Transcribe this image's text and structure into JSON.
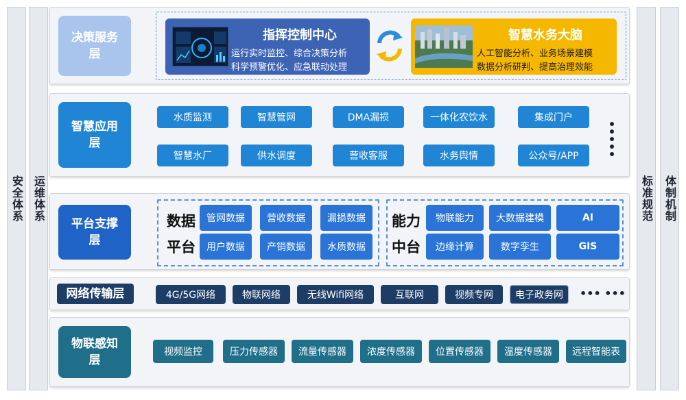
{
  "side_columns": {
    "left_outer": "安全体系",
    "left_inner": "运维体系",
    "right_inner": "标准规范",
    "right_outer": "体制机制"
  },
  "layers": {
    "decision": {
      "title": "决策服务层",
      "command_center": {
        "title": "指挥控制中心",
        "line1": "运行实时监控、综合决策分析",
        "line2": "科学预警优化、应急联动处理"
      },
      "smart_brain": {
        "title": "智慧水务大脑",
        "line1": "人工智能分析、业务场景建模",
        "line2": "数据分析研判、提高治理效能"
      }
    },
    "application": {
      "title": "智慧应用层",
      "row1": [
        "水质监测",
        "智慧管网",
        "DMA漏损",
        "一体化农饮水",
        "集成门户"
      ],
      "row2": [
        "智慧水厂",
        "供水调度",
        "营收客服",
        "水务舆情",
        "公众号/APP"
      ]
    },
    "platform": {
      "title": "平台支撑层",
      "data_platform": {
        "label_top": "数据",
        "label_bottom": "平台",
        "row1": [
          "管网数据",
          "营收数据",
          "漏损数据"
        ],
        "row2": [
          "用户数据",
          "产销数据",
          "水质数据"
        ]
      },
      "capability_platform": {
        "label_top": "能力",
        "label_bottom": "中台",
        "row1": [
          "物联能力",
          "大数据建模",
          "AI"
        ],
        "row2": [
          "边缘计算",
          "数字孪生",
          "GIS"
        ]
      }
    },
    "network": {
      "title": "网络传输层",
      "items": [
        "4G/5G网络",
        "物联网络",
        "无线Wifi网络",
        "互联网",
        "视频专网",
        "电子政务网"
      ],
      "more": "••• •••"
    },
    "iot": {
      "title": "物联感知层",
      "items": [
        "视频监控",
        "压力传感器",
        "流量传感器",
        "浓度传感器",
        "位置传感器",
        "温度传感器",
        "远程智能表"
      ]
    }
  },
  "colors": {
    "decision_title": "#a9c5ee",
    "application_title": "#1f85d4",
    "platform_title": "#1f63c6",
    "network_title": "#1d3c66",
    "iot_title": "#1f6e8a",
    "command_panel": "#3d63b4",
    "brain_panel": "#f5b700"
  }
}
